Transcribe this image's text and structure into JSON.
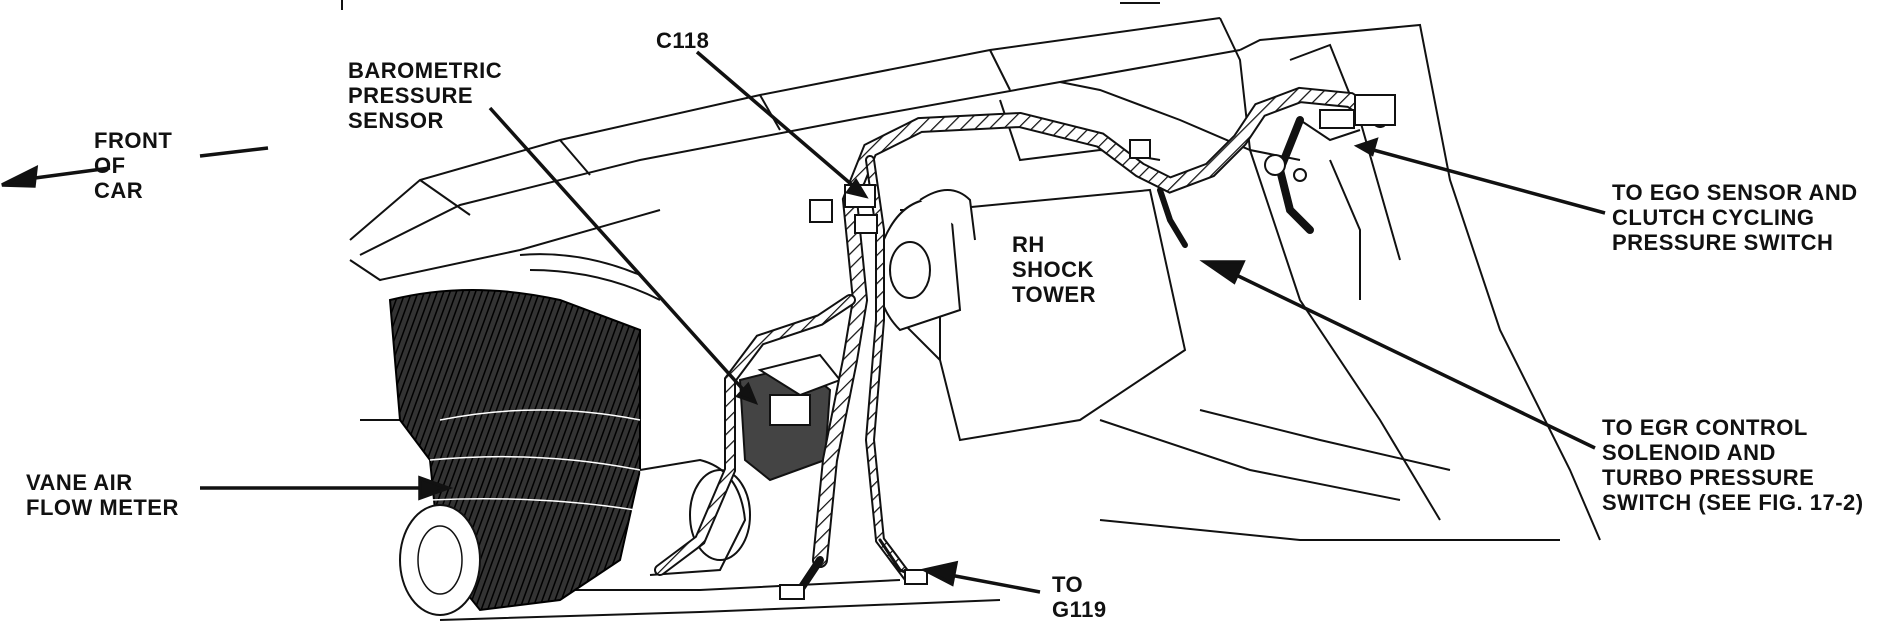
{
  "labels": {
    "front_of_car": [
      "FRONT",
      "OF",
      "CAR"
    ],
    "barometric": [
      "BAROMETRIC",
      "PRESSURE",
      "SENSOR"
    ],
    "c118": [
      "C118"
    ],
    "rh_shock_tower": [
      "RH",
      "SHOCK",
      "TOWER"
    ],
    "ego": [
      "TO EGO SENSOR AND",
      "CLUTCH CYCLING",
      "PRESSURE SWITCH"
    ],
    "egr": [
      "TO EGR CONTROL",
      "SOLENOID AND",
      "TURBO PRESSURE",
      "SWITCH (SEE FIG. 17-2)"
    ],
    "vane": [
      "VANE AIR",
      "FLOW METER"
    ],
    "g119": [
      "TO",
      "G119"
    ]
  },
  "colors": {
    "ink": "#111111",
    "paper": "#ffffff",
    "shade": "#222222"
  }
}
